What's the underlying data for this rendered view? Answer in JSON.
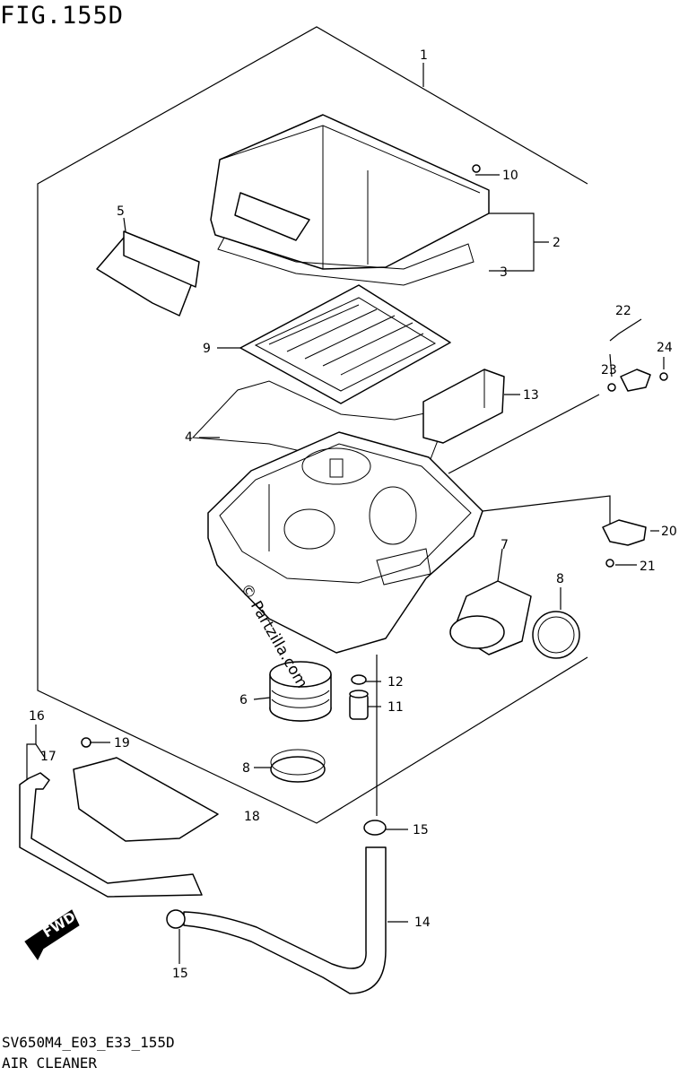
{
  "figure": {
    "title": "FIG.155D",
    "code": "SV650M4_E03_E33_155D",
    "name": "AIR CLEANER",
    "watermark": "© Partzilla.com",
    "fwd_label": "FWD"
  },
  "callouts": [
    {
      "id": "c1",
      "label": "1"
    },
    {
      "id": "c2",
      "label": "2"
    },
    {
      "id": "c3",
      "label": "3"
    },
    {
      "id": "c4",
      "label": "4"
    },
    {
      "id": "c5",
      "label": "5"
    },
    {
      "id": "c6",
      "label": "6"
    },
    {
      "id": "c7",
      "label": "7"
    },
    {
      "id": "c8a",
      "label": "8"
    },
    {
      "id": "c8b",
      "label": "8"
    },
    {
      "id": "c9",
      "label": "9"
    },
    {
      "id": "c10",
      "label": "10"
    },
    {
      "id": "c11",
      "label": "11"
    },
    {
      "id": "c12",
      "label": "12"
    },
    {
      "id": "c13",
      "label": "13"
    },
    {
      "id": "c14",
      "label": "14"
    },
    {
      "id": "c15a",
      "label": "15"
    },
    {
      "id": "c15b",
      "label": "15"
    },
    {
      "id": "c16",
      "label": "16"
    },
    {
      "id": "c17",
      "label": "17"
    },
    {
      "id": "c18",
      "label": "18"
    },
    {
      "id": "c19",
      "label": "19"
    },
    {
      "id": "c20",
      "label": "20"
    },
    {
      "id": "c21",
      "label": "21"
    },
    {
      "id": "c22",
      "label": "22"
    },
    {
      "id": "c23",
      "label": "23"
    },
    {
      "id": "c24",
      "label": "24"
    }
  ]
}
